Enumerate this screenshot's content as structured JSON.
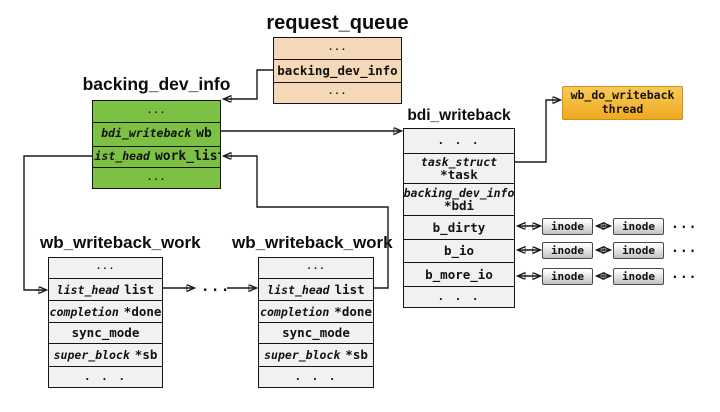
{
  "colors": {
    "green": "#7cc143",
    "tan": "#f5d8b7",
    "grayfill": "#f1f1f1",
    "amberTop": "#f7ca5a",
    "amberBot": "#efa91f",
    "amberBorder": "#d18f17",
    "inodeTop": "#fcfcfc",
    "inodeBot": "#c2c2c2",
    "line": "#1a1a1a"
  },
  "boxes": {
    "request_queue": {
      "title": "request_queue",
      "rows": [
        {
          "dots": "...",
          "size": "sm"
        },
        {
          "name": "backing_dev_info"
        },
        {
          "dots": "...",
          "size": "sm"
        }
      ]
    },
    "backing_dev_info": {
      "title": "backing_dev_info",
      "rows": [
        {
          "dots": "...",
          "size": "sm"
        },
        {
          "kw": "bdi_writeback",
          "name": "wb"
        },
        {
          "kw": "list_head",
          "name": "work_list"
        },
        {
          "dots": "...",
          "size": "sm"
        }
      ]
    },
    "bdi_writeback": {
      "title": "bdi_writeback",
      "rows": [
        {
          "dots": ". . ."
        },
        {
          "kw": "task_struct",
          "name": "*task",
          "stacked": true
        },
        {
          "kw": "backing_dev_info",
          "name": "*bdi",
          "stacked": true
        },
        {
          "name": "b_dirty"
        },
        {
          "name": "b_io"
        },
        {
          "name": "b_more_io"
        },
        {
          "dots": ". . ."
        }
      ]
    },
    "work1": {
      "title": "wb_writeback_work",
      "rows": [
        {
          "dots": "...",
          "size": "sm"
        },
        {
          "kw": "list_head",
          "name": "list"
        },
        {
          "kw": "completion",
          "name": "*done"
        },
        {
          "name": "sync_mode"
        },
        {
          "kw": "super_block",
          "name": "*sb"
        },
        {
          "dots": ". . ."
        }
      ]
    },
    "work2": {
      "title": "wb_writeback_work",
      "rows": [
        {
          "dots": "...",
          "size": "sm"
        },
        {
          "kw": "list_head",
          "name": "list"
        },
        {
          "kw": "completion",
          "name": "*done"
        },
        {
          "name": "sync_mode"
        },
        {
          "kw": "super_block",
          "name": "*sb"
        },
        {
          "dots": ". . ."
        }
      ]
    }
  },
  "thread_box": {
    "line1": "wb_do_writeback",
    "line2": "thread"
  },
  "inode_lists": {
    "rows": [
      {
        "cells": [
          "inode",
          "inode"
        ],
        "more": "..."
      },
      {
        "cells": [
          "inode",
          "inode"
        ],
        "more": "..."
      },
      {
        "cells": [
          "inode",
          "inode"
        ],
        "more": "..."
      }
    ]
  },
  "between_works_ellipsis": "..."
}
